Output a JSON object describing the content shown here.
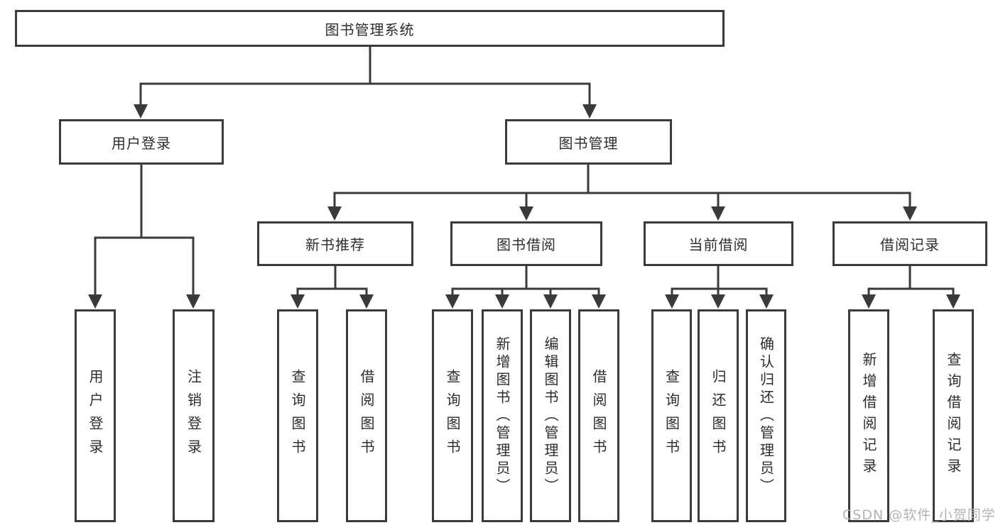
{
  "diagram": {
    "title": {
      "label": "图书管理系统"
    },
    "branches": [
      {
        "label": "用户登录",
        "children": [
          {
            "label": "用户登录"
          },
          {
            "label": "注销登录"
          }
        ]
      },
      {
        "label": "图书管理",
        "groups": [
          {
            "label": "新书推荐",
            "children": [
              {
                "label": "查询图书"
              },
              {
                "label": "借阅图书"
              }
            ]
          },
          {
            "label": "图书借阅",
            "children": [
              {
                "label": "查询图书"
              },
              {
                "label": "新增图书（管理员）"
              },
              {
                "label": "编辑图书（管理员）"
              },
              {
                "label": "借阅图书"
              }
            ]
          },
          {
            "label": "当前借阅",
            "children": [
              {
                "label": "查询图书"
              },
              {
                "label": "归还图书"
              },
              {
                "label": "确认归还（管理员）"
              }
            ]
          },
          {
            "label": "借阅记录",
            "children": [
              {
                "label": "新增借阅记录"
              },
              {
                "label": "查询借阅记录"
              }
            ]
          }
        ]
      }
    ]
  },
  "watermark": {
    "text": "CSDN @软件_小贺同学"
  },
  "colors": {
    "line": "#3a3a3a",
    "text": "#2d2d2d",
    "watermark": "#b3b3b3",
    "background": "#ffffff"
  }
}
